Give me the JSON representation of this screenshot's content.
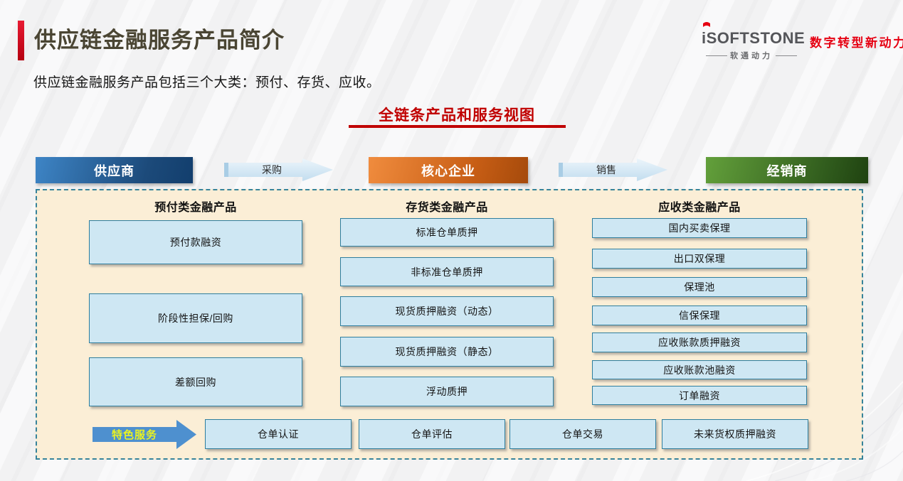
{
  "header": {
    "title": "供应链金融服务产品简介",
    "subtitle": "供应链金融服务产品包括三个大类：预付、存货、应收。"
  },
  "logo": {
    "brand": "iSOFTSTONE",
    "brand_cn": "软通动力",
    "slogan": "数字转型新动力"
  },
  "section": {
    "title": "全链条产品和服务视图"
  },
  "flow": {
    "nodes": [
      {
        "label": "供应商"
      },
      {
        "label": "核心企业"
      },
      {
        "label": "经销商"
      }
    ],
    "arrows": [
      {
        "label": "采购"
      },
      {
        "label": "销售"
      }
    ]
  },
  "panel": {
    "columns": [
      {
        "header": "预付类金融产品",
        "items": [
          "预付款融资",
          "阶段性担保/回购",
          "差额回购"
        ]
      },
      {
        "header": "存货类金融产品",
        "items": [
          "标准仓单质押",
          "非标准仓单质押",
          "现货质押融资（动态）",
          "现货质押融资（静态）",
          "浮动质押"
        ]
      },
      {
        "header": "应收类金融产品",
        "items": [
          "国内买卖保理",
          "出口双保理",
          "保理池",
          "信保保理",
          "应收账款质押融资",
          "应收账款池融资",
          "订单融资"
        ]
      }
    ],
    "special": {
      "label": "特色服务",
      "items": [
        "仓单认证",
        "仓单评估",
        "仓单交易",
        "未来货权质押融资"
      ]
    }
  },
  "colors": {
    "accent_red": "#c00000",
    "logo_red": "#e60012",
    "title_text": "#4a4533",
    "panel_bg": "#fbeed6",
    "panel_border": "#37839a",
    "box_fill": "#cee7f3",
    "box_border": "#2e7e9e",
    "supplier_from": "#3e85c6",
    "supplier_to": "#123e6d",
    "core_from": "#f08c3e",
    "core_to": "#a54a0b",
    "dealer_from": "#63a03b",
    "dealer_to": "#1f4210",
    "flow_arrow_fill": "#cfe5f4",
    "special_arrow_fill": "#4e90cf",
    "special_label_color": "#e9f222"
  }
}
